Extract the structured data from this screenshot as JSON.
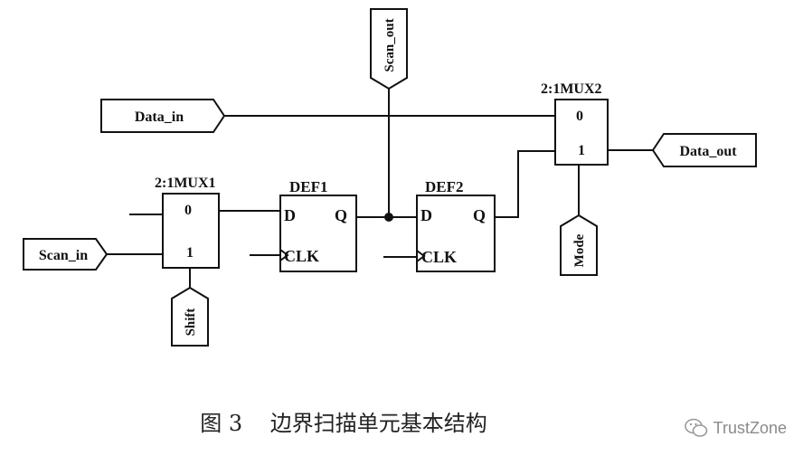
{
  "ports": {
    "data_in": "Data_in",
    "scan_in": "Scan_in",
    "scan_out": "Scan_out",
    "data_out": "Data_out",
    "shift": "Shift",
    "mode": "Mode"
  },
  "mux1": {
    "name": "2:1MUX1",
    "in0": "0",
    "in1": "1"
  },
  "mux2": {
    "name": "2:1MUX2",
    "in0": "0",
    "in1": "1"
  },
  "dff1": {
    "name": "DEF1",
    "d": "D",
    "q": "Q",
    "clk": "CLK"
  },
  "dff2": {
    "name": "DEF2",
    "d": "D",
    "q": "Q",
    "clk": "CLK"
  },
  "caption": {
    "figure_no": "图 3",
    "text": "边界扫描单元基本结构"
  },
  "watermark": {
    "text": "TrustZone",
    "icon": "wechat-icon"
  }
}
